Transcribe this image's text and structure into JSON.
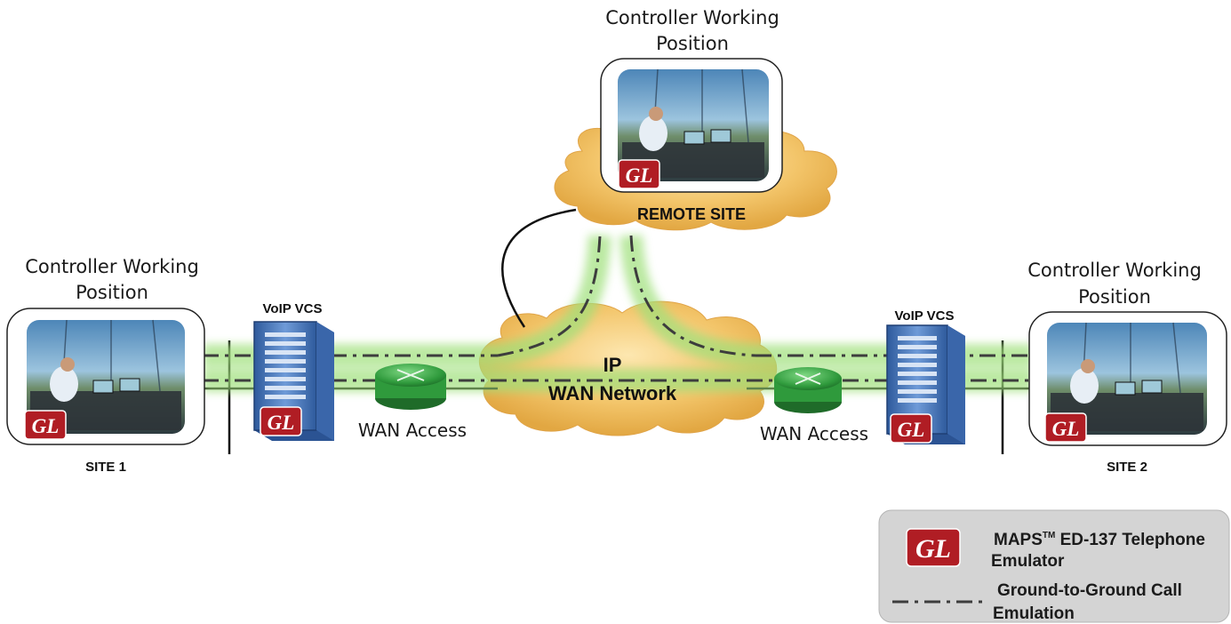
{
  "labels": {
    "cwp_top": [
      "Controller Working",
      "Position"
    ],
    "cwp_left": [
      "Controller Working",
      "Position"
    ],
    "cwp_right": [
      "Controller Working",
      "Position"
    ],
    "remote_site": "REMOTE SITE",
    "ip": "IP",
    "wan_network": "WAN Network",
    "voip_vcs_left": "VoIP VCS",
    "voip_vcs_right": "VoIP VCS",
    "wan_access_left": "WAN Access",
    "wan_access_right": "WAN Access",
    "site1": "SITE 1",
    "site2": "SITE 2",
    "gl_badge": "GL"
  },
  "legend": {
    "maps_line1_prefix": "MAPS",
    "maps_tm": "TM",
    "maps_line1_suffix": " ED-137 Telephone",
    "maps_line2": "Emulator",
    "call_line1": "Ground-to-Ground Call",
    "call_line2": "Emulation"
  },
  "colors": {
    "cloud": "#f2c469",
    "glow": "#9fe07a",
    "dash": "#3d3d3d",
    "badge": "#b01d24",
    "server": "#4f7fc4",
    "router": "#3aa34a",
    "legend_bg": "#d4d4d4"
  }
}
